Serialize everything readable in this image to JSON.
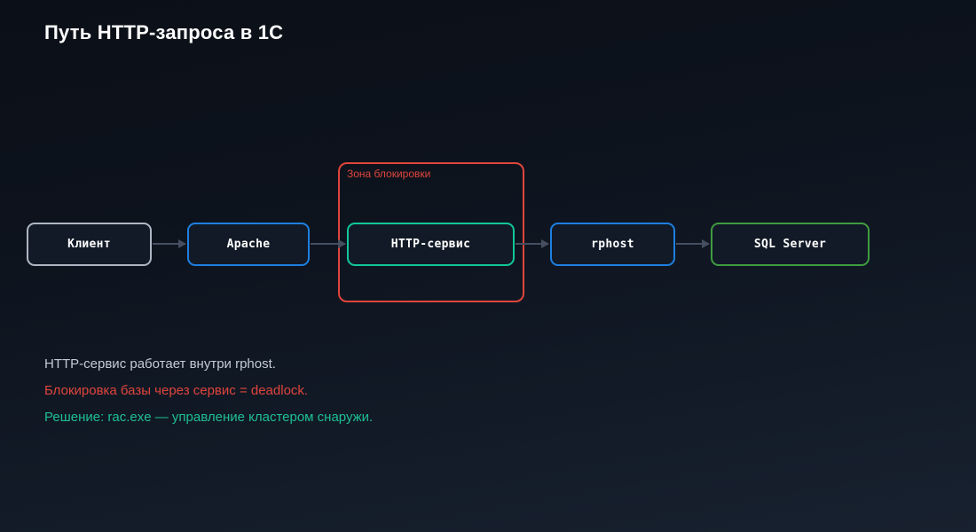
{
  "page": {
    "title": "Путь HTTP-запроса в 1С",
    "background_top": "#0b0f17",
    "background_bottom": "#18212f"
  },
  "diagram": {
    "type": "flow",
    "nodes": [
      {
        "id": "client",
        "label": "Клиент",
        "border_color": "#aeb6c4",
        "fill": "#121a27"
      },
      {
        "id": "apache",
        "label": "Apache",
        "border_color": "#1e7fe0",
        "fill": "#121a27"
      },
      {
        "id": "http",
        "label": "HTTP-сервис",
        "border_color": "#12c79a",
        "fill": "#121a27"
      },
      {
        "id": "rphost",
        "label": "rphost",
        "border_color": "#1e7fe0",
        "fill": "#121a27"
      },
      {
        "id": "sql",
        "label": "SQL Server",
        "border_color": "#3f9c40",
        "fill": "#121a27"
      }
    ],
    "edges": [
      {
        "from": "client",
        "to": "apache"
      },
      {
        "from": "apache",
        "to": "http"
      },
      {
        "from": "http",
        "to": "rphost"
      },
      {
        "from": "rphost",
        "to": "sql"
      }
    ],
    "edge_color": "#454f60",
    "zone": {
      "label": "Зона блокировки",
      "color": "#e0453c",
      "contains": [
        "http"
      ]
    }
  },
  "captions": [
    {
      "text": "HTTP-сервис работает внутри rphost.",
      "color": "#c3cbd6",
      "kind": "note"
    },
    {
      "text": "Блокировка базы через сервис = deadlock.",
      "color": "#e0453c",
      "kind": "warning"
    },
    {
      "text": "Решение: rac.exe — управление кластером снаружи.",
      "color": "#1fbf94",
      "kind": "success"
    }
  ]
}
